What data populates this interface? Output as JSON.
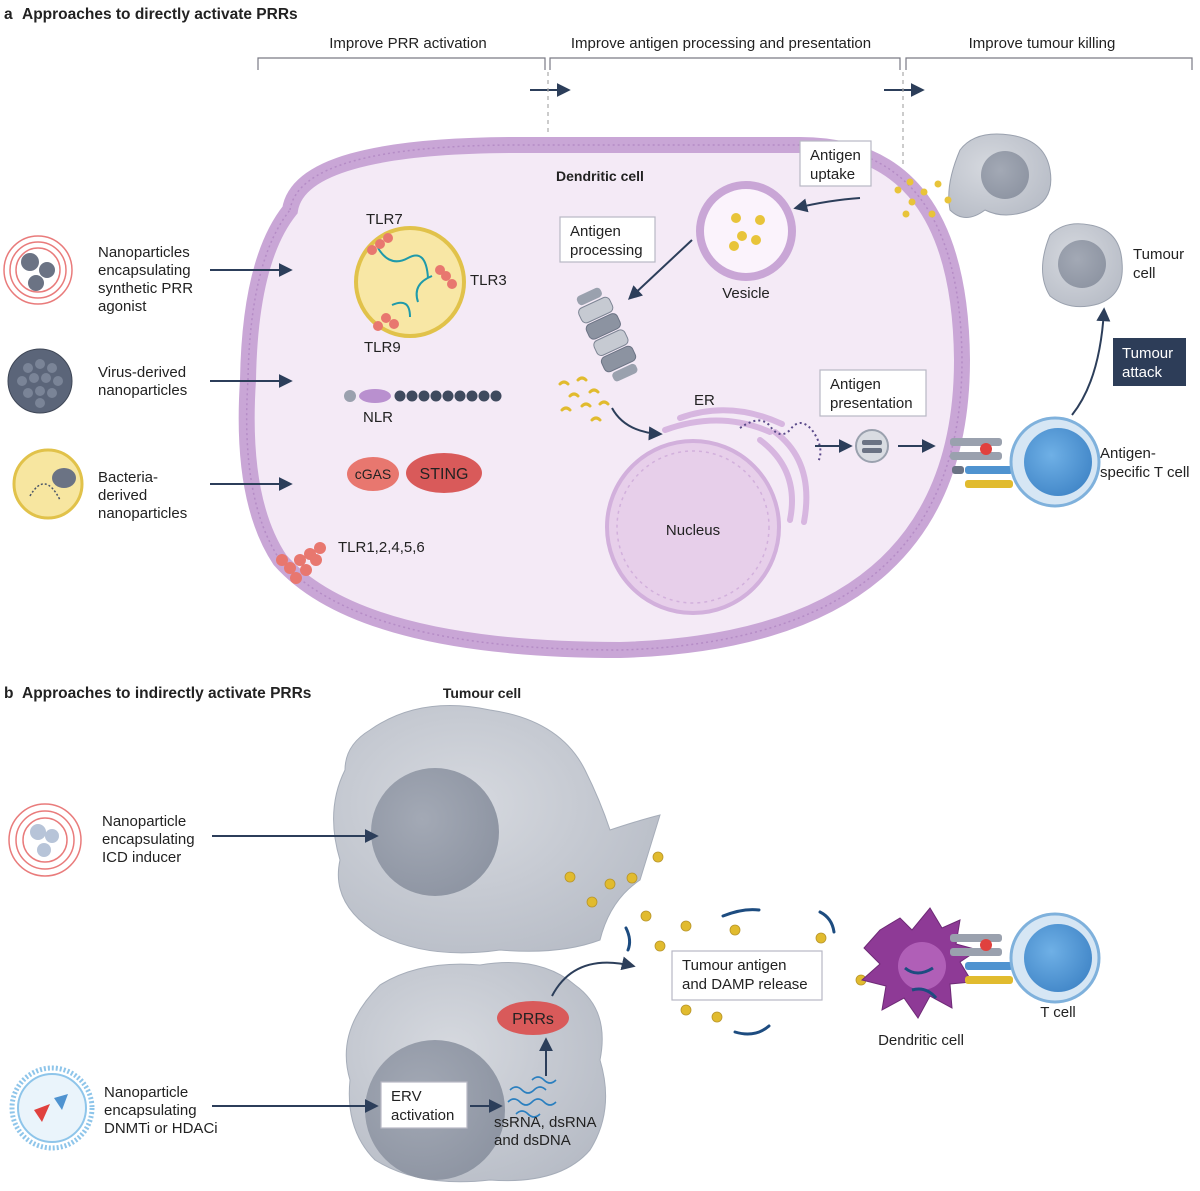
{
  "panel_a": {
    "letter": "a",
    "title": "Approaches to directly activate PRRs",
    "phases": [
      "Improve PRR activation",
      "Improve antigen processing and presentation",
      "Improve tumour killing"
    ],
    "cell_label": "Dendritic cell",
    "agents": [
      {
        "lines": [
          "Nanoparticles",
          "encapsulating",
          "synthetic PRR",
          "agonist"
        ]
      },
      {
        "lines": [
          "Virus-derived",
          "nanoparticles"
        ]
      },
      {
        "lines": [
          "Bacteria-",
          "derived",
          "nanoparticles"
        ]
      }
    ],
    "receptors": {
      "tlr7": "TLR7",
      "tlr3": "TLR3",
      "tlr9": "TLR9",
      "nlr": "NLR",
      "cgas": "cGAS",
      "sting": "STING",
      "tlr_surface": "TLR1,2,4,5,6"
    },
    "steps": {
      "antigen_uptake": [
        "Antigen",
        "uptake"
      ],
      "antigen_processing": [
        "Antigen",
        "processing"
      ],
      "vesicle": "Vesicle",
      "er": "ER",
      "nucleus": "Nucleus",
      "antigen_presentation": [
        "Antigen",
        "presentation"
      ],
      "tumour_cell": [
        "Tumour",
        "cell"
      ],
      "tumour_attack": [
        "Tumour",
        "attack"
      ],
      "t_cell": [
        "Antigen-",
        "specific T cell"
      ]
    }
  },
  "panel_b": {
    "letter": "b",
    "title": "Approaches to indirectly activate PRRs",
    "tumour_cell_label": "Tumour cell",
    "agents": [
      {
        "lines": [
          "Nanoparticle",
          "encapsulating",
          "ICD inducer"
        ]
      },
      {
        "lines": [
          "Nanoparticle",
          "encapsulating",
          "DNMTi or HDACi"
        ]
      }
    ],
    "erv": [
      "ERV",
      "activation"
    ],
    "nucleic": [
      "ssRNA, dsRNA",
      "and dsDNA"
    ],
    "prrs": "PRRs",
    "release": [
      "Tumour antigen",
      "and DAMP release"
    ],
    "dendritic_cell": "Dendritic cell",
    "t_cell": "T cell"
  },
  "colors": {
    "membrane": "#c9a6d6",
    "cytoplasm": "#f4eaf6",
    "nucleus": "#e6cde9",
    "tumour_cell": "#9aa1ae",
    "t_cell": "#4f93d0",
    "sting": "#e06b6b",
    "antigen": "#e8c43a",
    "attack_box": "#2d3d58",
    "arrow": "#2c3e5a"
  }
}
